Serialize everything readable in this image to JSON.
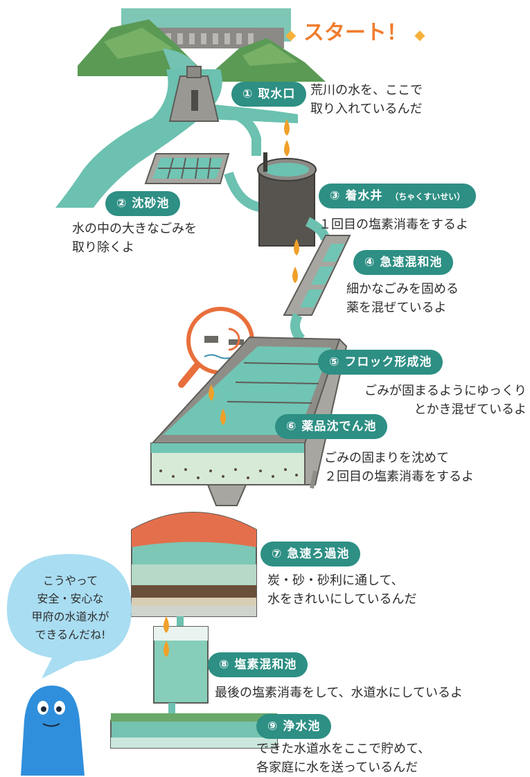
{
  "start_label": "スタート！",
  "start_sparkle": "◆",
  "steps": [
    {
      "num": "①",
      "name": "取水口",
      "sub": "",
      "desc": [
        "荒川の水を、ここで",
        "取り入れているんだ"
      ]
    },
    {
      "num": "②",
      "name": "沈砂池",
      "sub": "",
      "desc": [
        "水の中の大きなごみを",
        "取り除くよ"
      ]
    },
    {
      "num": "③",
      "name": "着水井",
      "sub": "（ちゃくすいせい）",
      "desc": [
        "１回目の塩素消毒をするよ"
      ]
    },
    {
      "num": "④",
      "name": "急速混和池",
      "sub": "",
      "desc": [
        "細かなごみを固める",
        "薬を混ぜているよ"
      ]
    },
    {
      "num": "⑤",
      "name": "フロック形成池",
      "sub": "",
      "desc": [
        "ごみが固まるようにゆっくり",
        "とかき混ぜているよ"
      ]
    },
    {
      "num": "⑥",
      "name": "薬品沈でん池",
      "sub": "",
      "desc": [
        "ごみの固まりを沈めて",
        "２回目の塩素消毒をするよ"
      ]
    },
    {
      "num": "⑦",
      "name": "急速ろ過池",
      "sub": "",
      "desc": [
        "炭・砂・砂利に通して、",
        "水をきれいにしているんだ"
      ]
    },
    {
      "num": "⑧",
      "name": "塩素混和池",
      "sub": "",
      "desc": [
        "最後の塩素消毒をして、水道水にしているよ"
      ]
    },
    {
      "num": "⑨",
      "name": "浄水池",
      "sub": "",
      "desc": [
        "できた水道水をここで貯めて、",
        "各家庭に水を送っているんだ"
      ]
    }
  ],
  "speech_bubble": [
    "こうやって",
    "安全・安心な",
    "甲府の水道水が",
    "できるんだね!"
  ],
  "colors": {
    "badge": "#2e8f84",
    "start": "#ef7d2e",
    "water": "#5fbfae",
    "drop": "#f0a02a",
    "bubble": "#a9ddf2",
    "mascot": "#2f8fdc"
  }
}
